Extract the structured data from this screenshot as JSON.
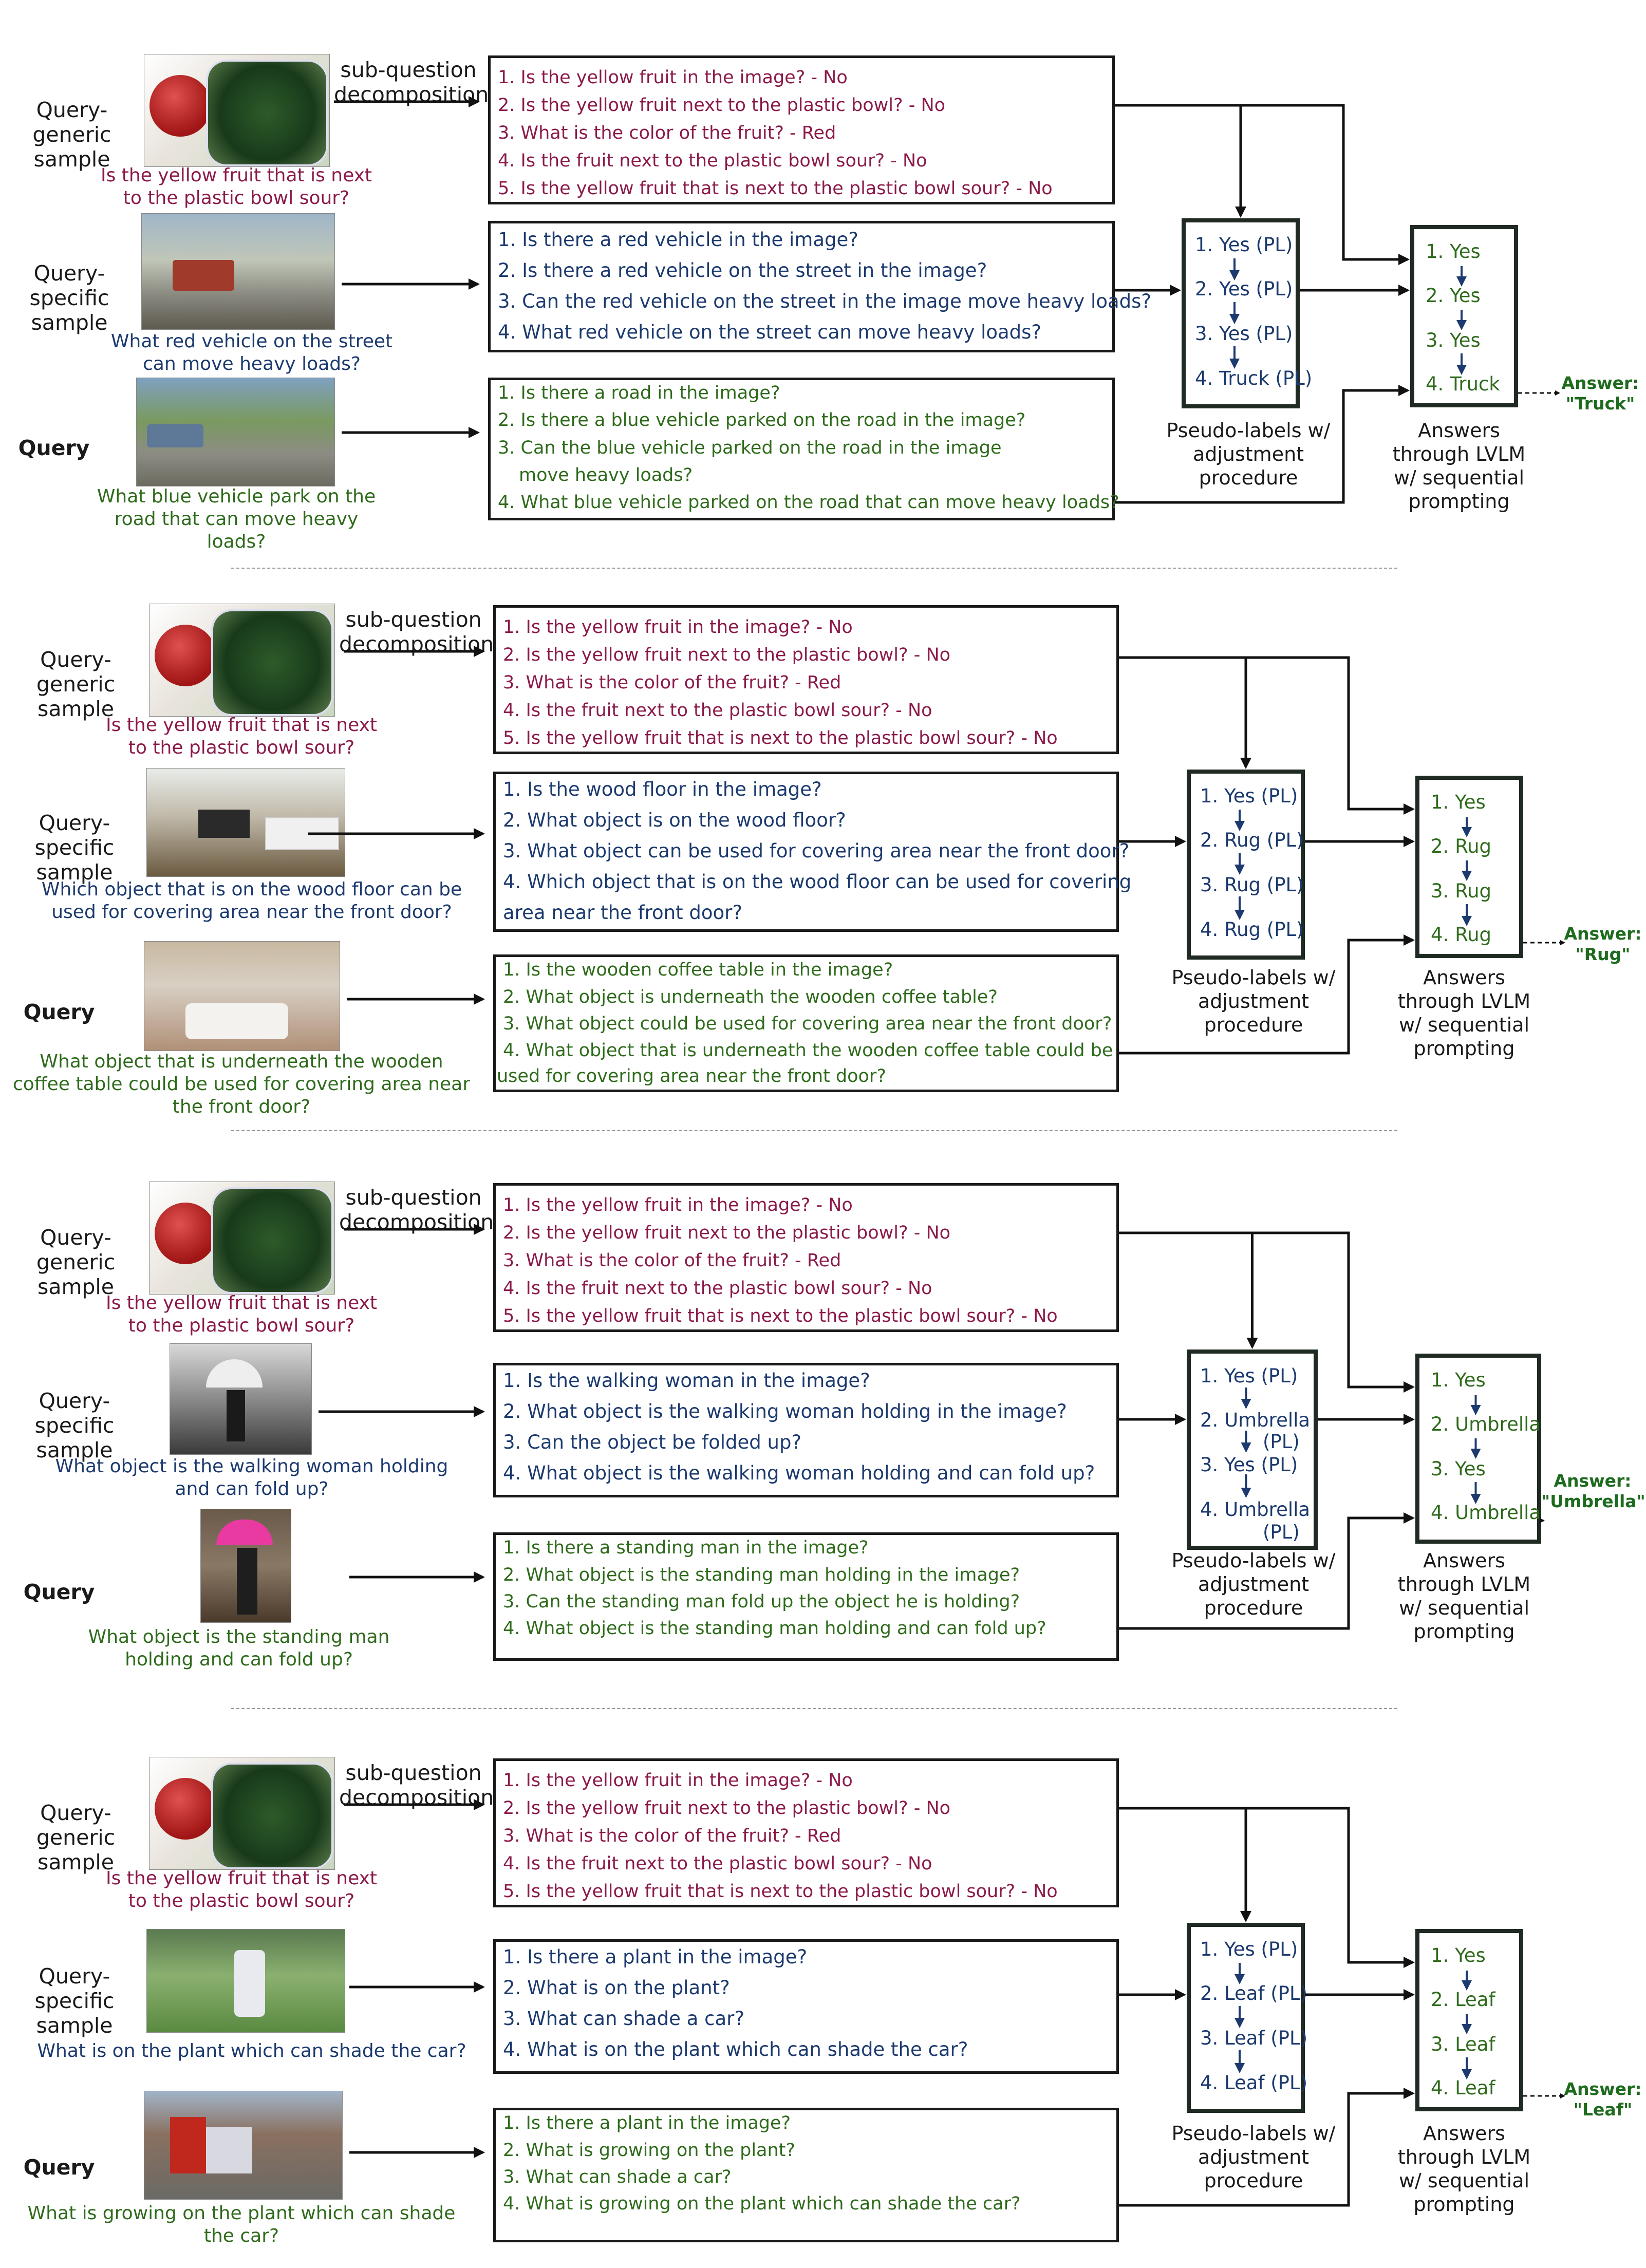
{
  "labels": {
    "decomposition": "sub-question decomposition",
    "query_generic": "Query-generic sample",
    "query_specific": "Query-specific sample",
    "query": "Query",
    "pseudo_labels": "Pseudo-labels w/ adjustment procedure",
    "answers_col": "Answers through LVLM w/ sequential prompting"
  },
  "colors": {
    "generic": "#8b1a4a",
    "specific": "#1c3a6e",
    "query": "#2f6b1c",
    "answer": "#1e6b1e"
  },
  "generic": {
    "caption": "Is the yellow fruit that is next to the plastic bowl sour?",
    "questions": [
      "1. Is the yellow fruit in the image? - No",
      "2. Is the yellow fruit next to the plastic bowl? - No",
      "3. What is the color of the fruit? - Red",
      "4. Is the fruit next to the plastic bowl sour? - No",
      "5. Is the yellow fruit that is next to the plastic bowl sour? - No"
    ]
  },
  "panels": [
    {
      "specific_caption": "What red vehicle on the street can move heavy loads?",
      "specific_q": [
        "1. Is there a red vehicle in the image?",
        "2. Is there a red vehicle on the street in the image?",
        "3. Can the red vehicle on the street in the image move heavy loads?",
        "4. What red vehicle on the street can move heavy loads?"
      ],
      "query_caption": "What blue vehicle park on the road that can move heavy loads?",
      "query_q": [
        "1. Is there a road in the image?",
        "2. Is there a blue vehicle parked on the road in the image?",
        "3. Can the blue vehicle parked on the road in the image",
        "move heavy loads?",
        "4. What blue vehicle parked on the road that can move heavy loads?"
      ],
      "pl": [
        "1. Yes (PL)",
        "2. Yes (PL)",
        "3. Yes (PL)",
        "4. Truck (PL)"
      ],
      "answers": [
        "1. Yes",
        "2. Yes",
        "3. Yes",
        "4. Truck"
      ],
      "final_label": "Answer:",
      "final_value": "\"Truck\""
    },
    {
      "specific_caption": "Which object that is on the wood floor can be used for covering area near the front door?",
      "specific_q": [
        "1. Is the wood floor in the image?",
        "2. What object is on the wood floor?",
        "3. What object can be used for covering area near the front door?",
        "4. Which object that is on the wood floor can be used for covering",
        "area near the front door?"
      ],
      "query_caption": "What object that is underneath the wooden coffee table could be used for covering area near the front door?",
      "query_q": [
        "1. Is the wooden coffee table in the image?",
        "2. What object is underneath the wooden coffee table?",
        "3. What object could be used for covering area near the front door?",
        "4. What object that is underneath the wooden coffee table could be",
        "used for covering area near the front door?"
      ],
      "pl": [
        "1. Yes (PL)",
        "2. Rug (PL)",
        "3. Rug (PL)",
        "4. Rug (PL)"
      ],
      "answers": [
        "1. Yes",
        "2. Rug",
        "3. Rug",
        "4. Rug"
      ],
      "final_label": "Answer:",
      "final_value": "\"Rug\""
    },
    {
      "specific_caption": "What object is the walking woman holding and can fold up?",
      "specific_q": [
        "1. Is the walking woman in the image?",
        "2. What object is the walking woman holding in the image?",
        "3. Can the object be folded up?",
        "4. What object is the walking woman holding and can fold up?"
      ],
      "query_caption": "What object is the standing man holding and can fold up?",
      "query_q": [
        "1. Is there a standing man in the image?",
        "2. What object is the standing man holding in the image?",
        "3. Can the standing man fold up the object he is holding?",
        "4. What object is the standing man holding and can fold up?"
      ],
      "pl": [
        "1. Yes (PL)",
        "2. Umbrella",
        "(PL)",
        "3.  Yes (PL)",
        "4. Umbrella",
        "(PL)"
      ],
      "answers": [
        "1. Yes",
        "2. Umbrella",
        "3. Yes",
        "4. Umbrella"
      ],
      "final_label": "Answer:",
      "final_value": "\"Umbrella\""
    },
    {
      "specific_caption": "What is on the plant which can shade the car?",
      "specific_q": [
        "1. Is there a plant in the image?",
        "2. What is on the plant?",
        "3. What can shade a car?",
        "4. What is on the plant which can shade the car?"
      ],
      "query_caption": "What is growing on the plant which can shade the car?",
      "query_q": [
        "1. Is there a plant in the image?",
        "2. What is growing on the plant?",
        "3. What can shade a car?",
        "4. What is growing on the plant which can shade the car?"
      ],
      "pl": [
        "1. Yes (PL)",
        "2. Leaf (PL)",
        "3. Leaf (PL)",
        "4. Leaf (PL)"
      ],
      "answers": [
        "1. Yes",
        "2. Leaf",
        "3. Leaf",
        "4. Leaf"
      ],
      "final_label": "Answer:",
      "final_value": "\"Leaf\""
    }
  ]
}
